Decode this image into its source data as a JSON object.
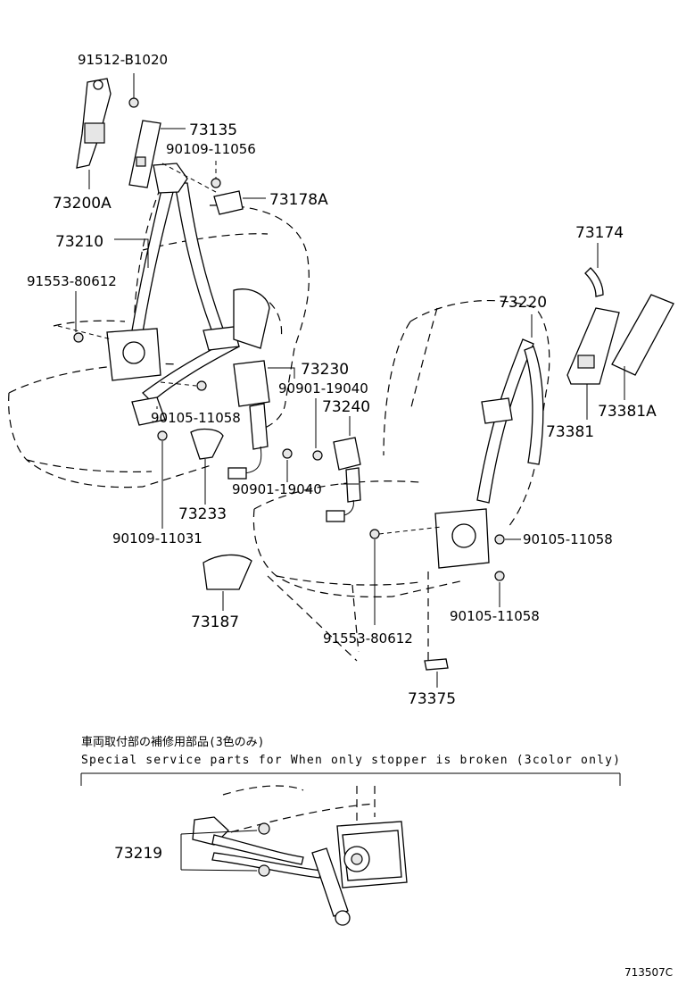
{
  "labels": {
    "p91512_b1020": "91512-B1020",
    "p73135": "73135",
    "p90109_11056": "90109-11056",
    "p73178a": "73178A",
    "p73200a": "73200A",
    "p73210": "73210",
    "p73174": "73174",
    "p91553_80612_top": "91553-80612",
    "p73220": "73220",
    "p73230": "73230",
    "p90901_19040_top": "90901-19040",
    "p73240": "73240",
    "p73381": "73381",
    "p73381a": "73381A",
    "p90105_11058_left": "90105-11058",
    "p90901_19040_bottom": "90901-19040",
    "p73233": "73233",
    "p90105_11058_right": "90105-11058",
    "p90109_11031": "90109-11031",
    "p73187": "73187",
    "p90105_11058_lower": "90105-11058",
    "p91553_80612_bottom": "91553-80612",
    "p73375": "73375",
    "p73219": "73219"
  },
  "note": {
    "jp": "車両取付部の補修用部品(3色のみ)",
    "en": "Special  service  parts  for  When  only  stopper  is  broken  (3color  only)"
  },
  "diagram_code": "713507C"
}
